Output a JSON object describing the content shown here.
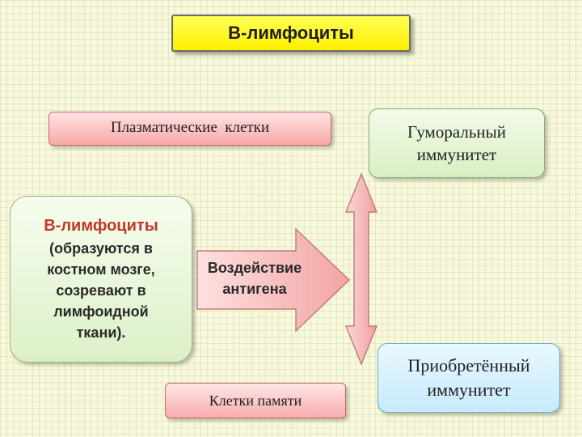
{
  "title": "В-лимфоциты",
  "plasma_cells": "Плазматические  клетки",
  "humoral": {
    "line1": "Гуморальный",
    "line2": "иммунитет"
  },
  "b_lymphocytes": {
    "heading": "В-лимфоциты",
    "lines": [
      "(образуются в",
      "костном мозге,",
      "созревают в",
      "лимфоидной",
      "ткани)."
    ]
  },
  "antigen": {
    "line1": "Воздействие",
    "line2": "антигена"
  },
  "memory_cells": "Клетки памяти",
  "acquired": {
    "line1": "Приобретённый",
    "line2": "иммунитет"
  }
}
